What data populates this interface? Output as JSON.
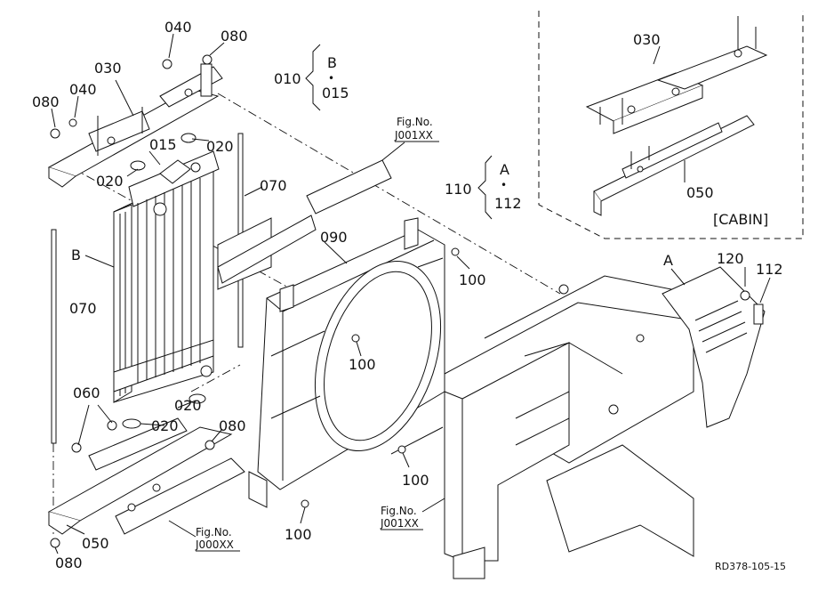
{
  "drawing_code": "RD378-105-15",
  "labels": {
    "p040_top": "040",
    "p080_top": "080",
    "p030_left": "030",
    "p080_left": "080",
    "p040_left": "040",
    "p015": "015",
    "p020_upper_right": "020",
    "p020_upper_left": "020",
    "p070_right": "070",
    "p070_left": "070",
    "pB": "B",
    "p060": "060",
    "p020_lower_right": "020",
    "p020_lower_left": "020",
    "p080_lower_right": "080",
    "p050_left": "050",
    "p080_bottom": "080",
    "p090": "090",
    "p100_center": "100",
    "p100_right": "100",
    "p100_lower": "100",
    "p100_bottom": "100",
    "group_010": "010",
    "group_010_B": "B",
    "group_010_dot": "•",
    "group_010_015": "015",
    "group_110": "110",
    "group_110_A": "A",
    "group_110_dot": "•",
    "group_110_112": "112",
    "cabin_030": "030",
    "cabin_050": "050",
    "cabin_label": "[CABIN]",
    "pA": "A",
    "p120": "120",
    "p112": "112"
  },
  "fig_refs": {
    "top_fig": "Fig.No.",
    "top_code": "J001XX",
    "bottom_fig": "Fig.No.",
    "bottom_code": "J000XX",
    "right_fig": "Fig.No.",
    "right_code": "J001XX"
  }
}
